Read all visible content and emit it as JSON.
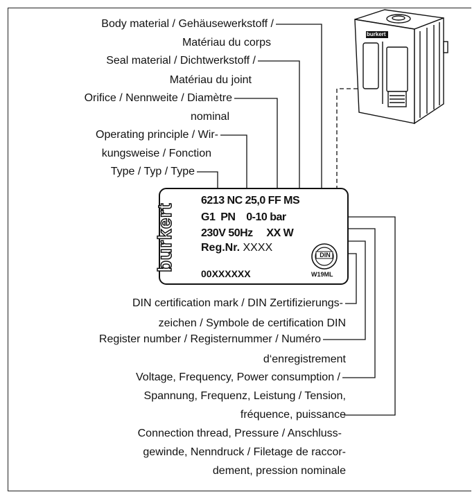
{
  "labels_top": {
    "body_material_1": "Body material / Gehäusewerkstoff /",
    "body_material_2": "Matériau du corps",
    "seal_material_1": "Seal material / Dichtwerkstoff /",
    "seal_material_2": "Matériau du joint",
    "orifice_1": "Orifice / Nennweite / Diamètre",
    "orifice_2": "nominal",
    "operating_1": "Operating principle / Wir-",
    "operating_2": "kungsweise / Fonction",
    "type": "Type / Typ / Type"
  },
  "plate": {
    "brand": "burkert",
    "line1": "6213  NC  25,0  FF  MS",
    "line2": "G1  PN    0-10 bar",
    "line3": "230V 50Hz     XX W",
    "reg_label": "Reg.Nr.",
    "reg_value": "XXXX",
    "serial": "00XXXXXX",
    "din": "DIN",
    "din_sub": "W19ML"
  },
  "labels_bottom": {
    "din_1": "DIN certification mark / DIN Zertifizierungs-",
    "din_2": "zeichen / Symbole de certification DIN",
    "register_1": "Register number / Registernummer / Numéro",
    "register_2": "d‘enregistrement",
    "voltage_1": "Voltage, Frequency, Power consumption /",
    "voltage_2": "Spannung, Frequenz, Leistung / Tension,",
    "voltage_3": "fréquence, puissance",
    "connection_1": "Connection thread, Pressure / Anschluss-",
    "connection_2": "gewinde, Nenndruck / Filetage de raccor-",
    "connection_3": "dement, pression nominale"
  },
  "device": {
    "brand": "burkert"
  }
}
